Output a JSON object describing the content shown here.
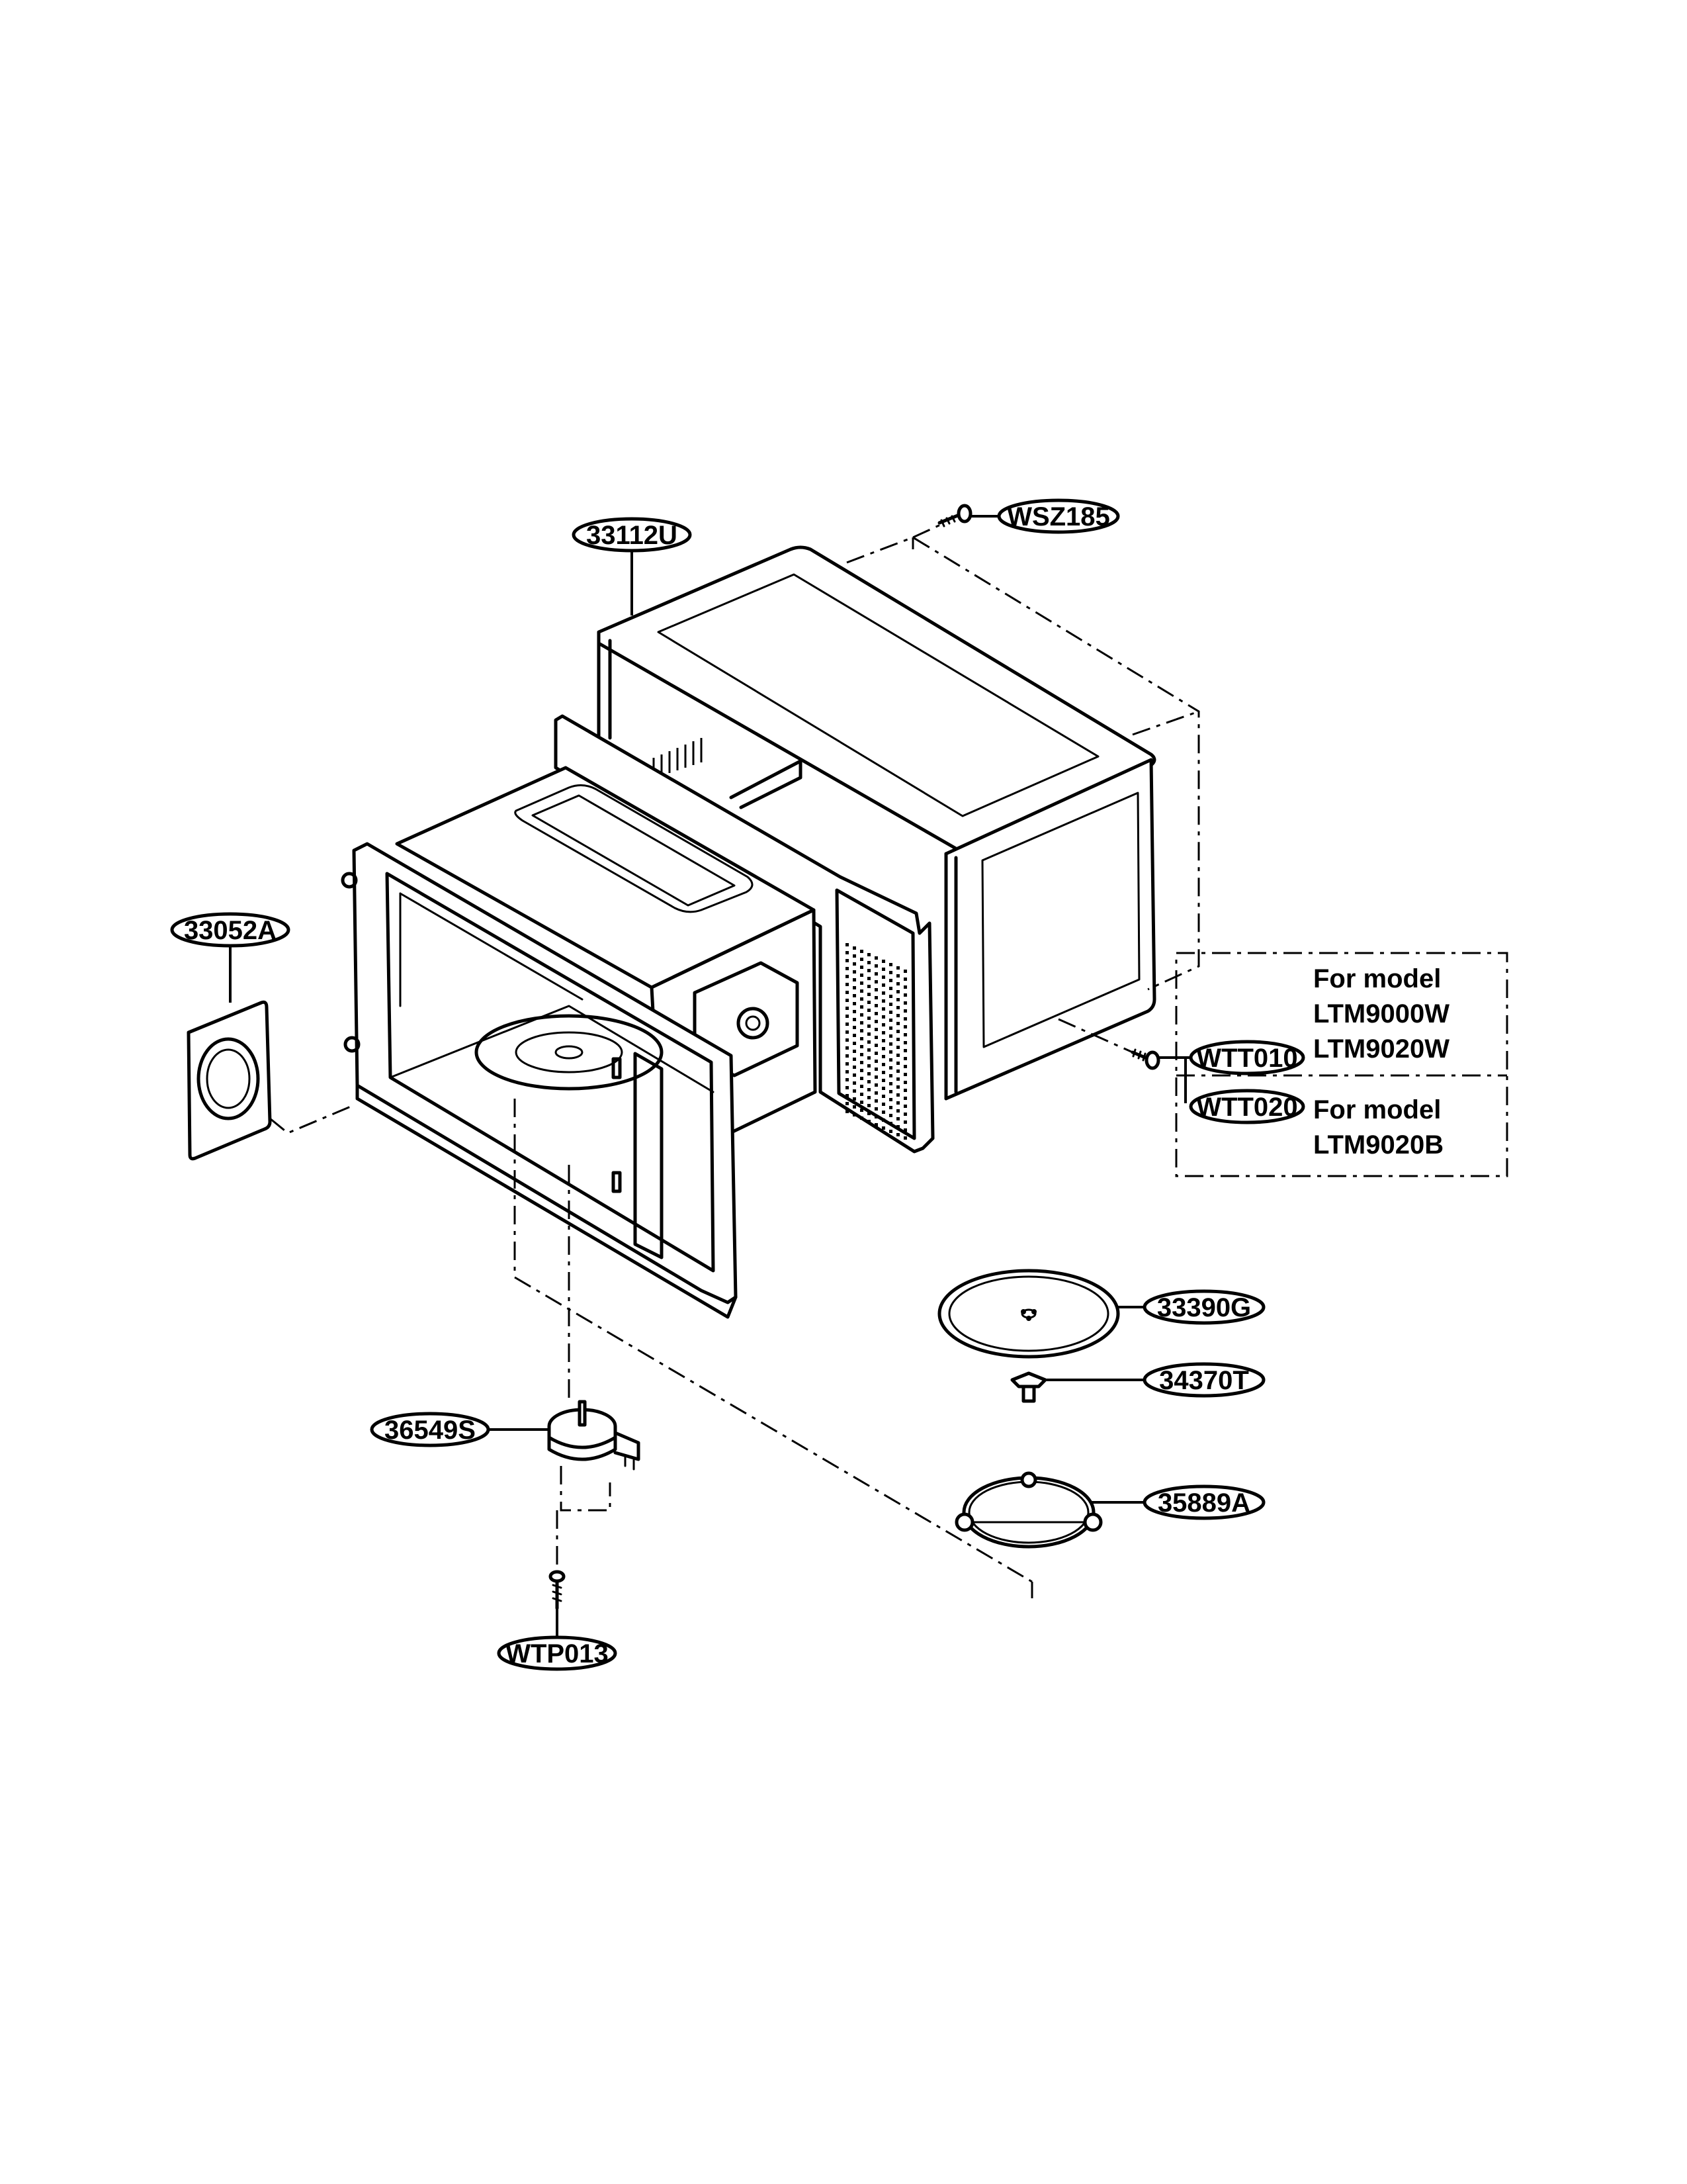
{
  "parts": {
    "outer_case": "33112U",
    "case_screw": "WSZ185",
    "label_plate": "33052A",
    "screw_white": "WTT010",
    "screw_black": "WTT020",
    "turntable_tray": "33390G",
    "coupler": "34370T",
    "roller_guide": "35889A",
    "turntable_motor": "36549S",
    "motor_screw": "WTP013"
  },
  "notes": {
    "white_models": {
      "line1": "For model",
      "line2": "LTM9000W",
      "line3": "LTM9020W"
    },
    "black_models": {
      "line1": "For model",
      "line2": "LTM9020B"
    }
  }
}
